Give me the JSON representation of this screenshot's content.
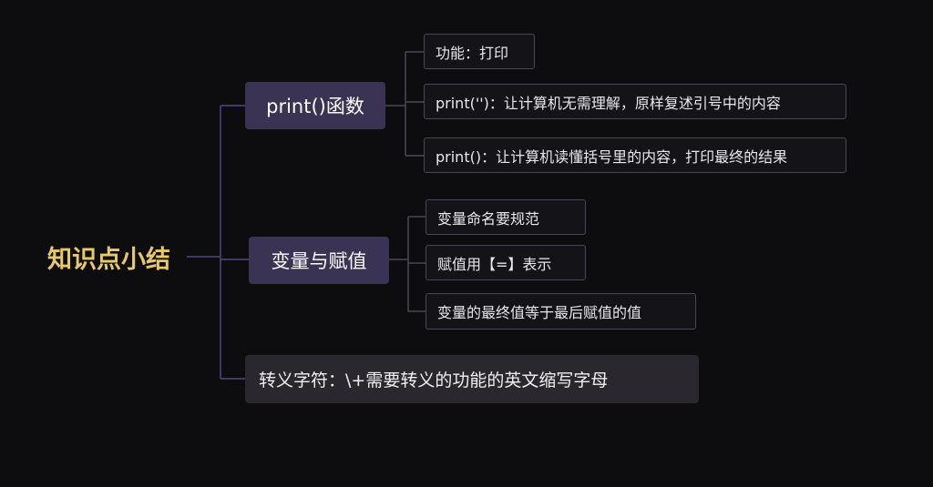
{
  "root": {
    "label": "知识点小结"
  },
  "branches": [
    {
      "label": "print()函数",
      "children": [
        {
          "label": "功能：打印"
        },
        {
          "label": "print('')：让计算机无需理解，原样复述引号中的内容"
        },
        {
          "label": "print()：让计算机读懂括号里的内容，打印最终的结果"
        }
      ]
    },
    {
      "label": "变量与赋值",
      "children": [
        {
          "label": "变量命名要规范"
        },
        {
          "label": "赋值用【=】表示"
        },
        {
          "label": "变量的最终值等于最后赋值的值"
        }
      ]
    },
    {
      "label": "转义字符：\\+需要转义的功能的英文缩写字母",
      "children": []
    }
  ],
  "colors": {
    "background": "#0d0c0f",
    "root_text": "#e8c86a",
    "branch_fill": "#3a3354",
    "plain_branch_fill": "#2a282e",
    "leaf_border": "#4a4854",
    "connector": "#3d3a6a"
  }
}
